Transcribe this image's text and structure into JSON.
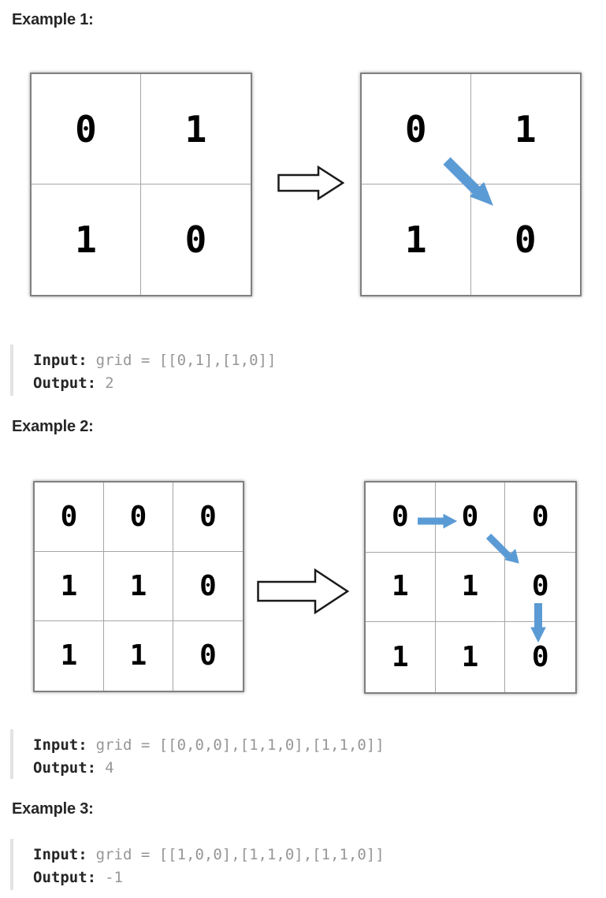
{
  "page": {
    "background": "#ffffff"
  },
  "colors": {
    "arrow_blue": "#5B9BD5",
    "heading_text": "#262626",
    "code_label": "#262626",
    "code_value": "#969696",
    "grid_border": "#808080",
    "grid_line": "#a6a6a6",
    "code_bar": "#e3e3e3",
    "cell_text": "#000000",
    "block_arrow_outline": "#1a1a1a"
  },
  "examples": [
    {
      "heading": "Example 1:",
      "figure": {
        "input_grid": {
          "rows": [
            [
              "0",
              "1"
            ],
            [
              "1",
              "0"
            ]
          ]
        },
        "output_grid": {
          "rows": [
            [
              "0",
              "1"
            ],
            [
              "1",
              "0"
            ]
          ]
        },
        "transform_arrow": "block-arrow-right",
        "path_arrows": [
          {
            "direction": "down-right",
            "from": "cell(0,0)",
            "to": "cell(1,1)"
          }
        ]
      },
      "code": {
        "input_label": "Input:",
        "input_value": "grid = [[0,1],[1,0]]",
        "output_label": "Output:",
        "output_value": "2"
      }
    },
    {
      "heading": "Example 2:",
      "figure": {
        "input_grid": {
          "rows": [
            [
              "0",
              "0",
              "0"
            ],
            [
              "1",
              "1",
              "0"
            ],
            [
              "1",
              "1",
              "0"
            ]
          ]
        },
        "output_grid": {
          "rows": [
            [
              "0",
              "0",
              "0"
            ],
            [
              "1",
              "1",
              "0"
            ],
            [
              "1",
              "1",
              "0"
            ]
          ]
        },
        "transform_arrow": "block-arrow-right",
        "path_arrows": [
          {
            "direction": "right",
            "from": "cell(0,0)",
            "to": "cell(0,1)"
          },
          {
            "direction": "down-right",
            "from": "cell(0,1)",
            "to": "cell(1,2)"
          },
          {
            "direction": "down",
            "from": "cell(1,2)",
            "to": "cell(2,2)"
          }
        ]
      },
      "code": {
        "input_label": "Input:",
        "input_value": "grid = [[0,0,0],[1,1,0],[1,1,0]]",
        "output_label": "Output:",
        "output_value": "4"
      }
    },
    {
      "heading": "Example 3:",
      "code": {
        "input_label": "Input:",
        "input_value": "grid = [[1,0,0],[1,1,0],[1,1,0]]",
        "output_label": "Output:",
        "output_value": "-1"
      }
    }
  ]
}
